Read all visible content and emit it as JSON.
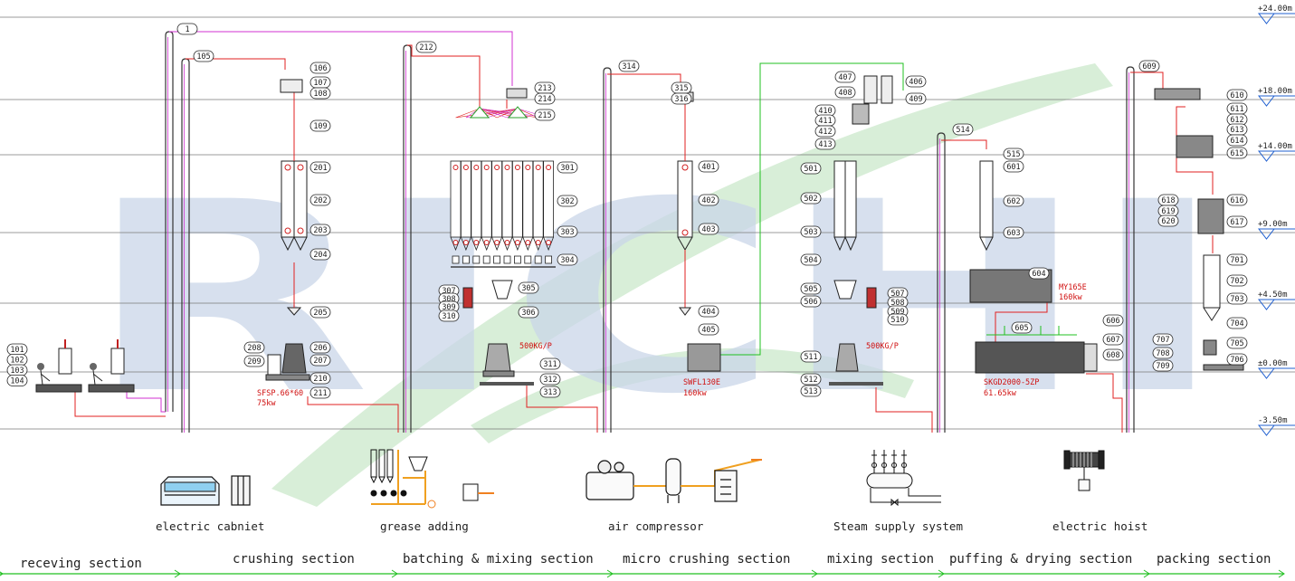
{
  "levels": [
    "+24.00m",
    "+18.00m",
    "+14.00m",
    "+9.00m",
    "+4.50m",
    "±0.00m",
    "-3.50m"
  ],
  "tags": {
    "receiving": [
      "101",
      "102",
      "103",
      "104"
    ],
    "bin_top": "105",
    "crusher_top": [
      "105",
      "106",
      "107",
      "108",
      "109"
    ],
    "crushing_bins": [
      "201",
      "202",
      "203",
      "204",
      "205"
    ],
    "crusher": [
      "206",
      "207",
      "208",
      "209",
      "210",
      "211"
    ],
    "batching_top": [
      "212",
      "213",
      "214",
      "215"
    ],
    "batching_bins": [
      "301",
      "302",
      "303",
      "304",
      "305",
      "306"
    ],
    "grease": [
      "307",
      "308",
      "309",
      "310"
    ],
    "mixer1": [
      "311",
      "312",
      "313"
    ],
    "micro_top": [
      "314",
      "315",
      "316"
    ],
    "micro_bin": [
      "401",
      "402",
      "403",
      "404",
      "405"
    ],
    "mixing_top": [
      "406",
      "407",
      "408",
      "409",
      "410",
      "411",
      "412",
      "413"
    ],
    "mixing_bins_left": [
      "501",
      "502",
      "503",
      "504",
      "505",
      "506"
    ],
    "mixing_grease": [
      "507",
      "508",
      "509",
      "510"
    ],
    "mixer2": [
      "511",
      "512",
      "513"
    ],
    "puffing_top": [
      "514",
      "515",
      "601",
      "602",
      "603",
      "604"
    ],
    "dryer": [
      "605",
      "606",
      "607",
      "608"
    ],
    "packing_top": [
      "609",
      "610",
      "611",
      "612",
      "613",
      "614",
      "615",
      "616",
      "617",
      "618",
      "619",
      "620"
    ],
    "packing_bin": [
      "701",
      "702",
      "703",
      "704",
      "705",
      "706",
      "707",
      "708",
      "709"
    ]
  },
  "equipment": {
    "crusher": [
      "SFSP.66*60",
      "75kw"
    ],
    "mixer1": "500KG/P",
    "micro": [
      "SWFL130E",
      "160kw"
    ],
    "mixer2": "500KG/P",
    "extruder": [
      "MY165E",
      "160kw"
    ],
    "dryer": [
      "SKGD2000-5ZP",
      "61.65kw"
    ]
  },
  "aux": {
    "cabinet": "electric cabniet",
    "grease": "grease adding",
    "compressor": "air compressor",
    "steam": "Steam supply system",
    "hoist": "electric hoist"
  },
  "sections": [
    "receving section",
    "crushing section",
    "batching & mixing section",
    "micro crushing section",
    "mixing section",
    "puffing & drying section",
    "packing section"
  ],
  "watermark": "RICHI",
  "colors": {
    "red_line": "#e02020",
    "magenta_line": "#d030d0",
    "green_line": "#20c020",
    "level_line": "#555555",
    "accent_blue": "#2060d0",
    "watermark_blue": "#c7d3e6",
    "watermark_green": "#d2ecd2",
    "eq_label": "#d01010"
  }
}
